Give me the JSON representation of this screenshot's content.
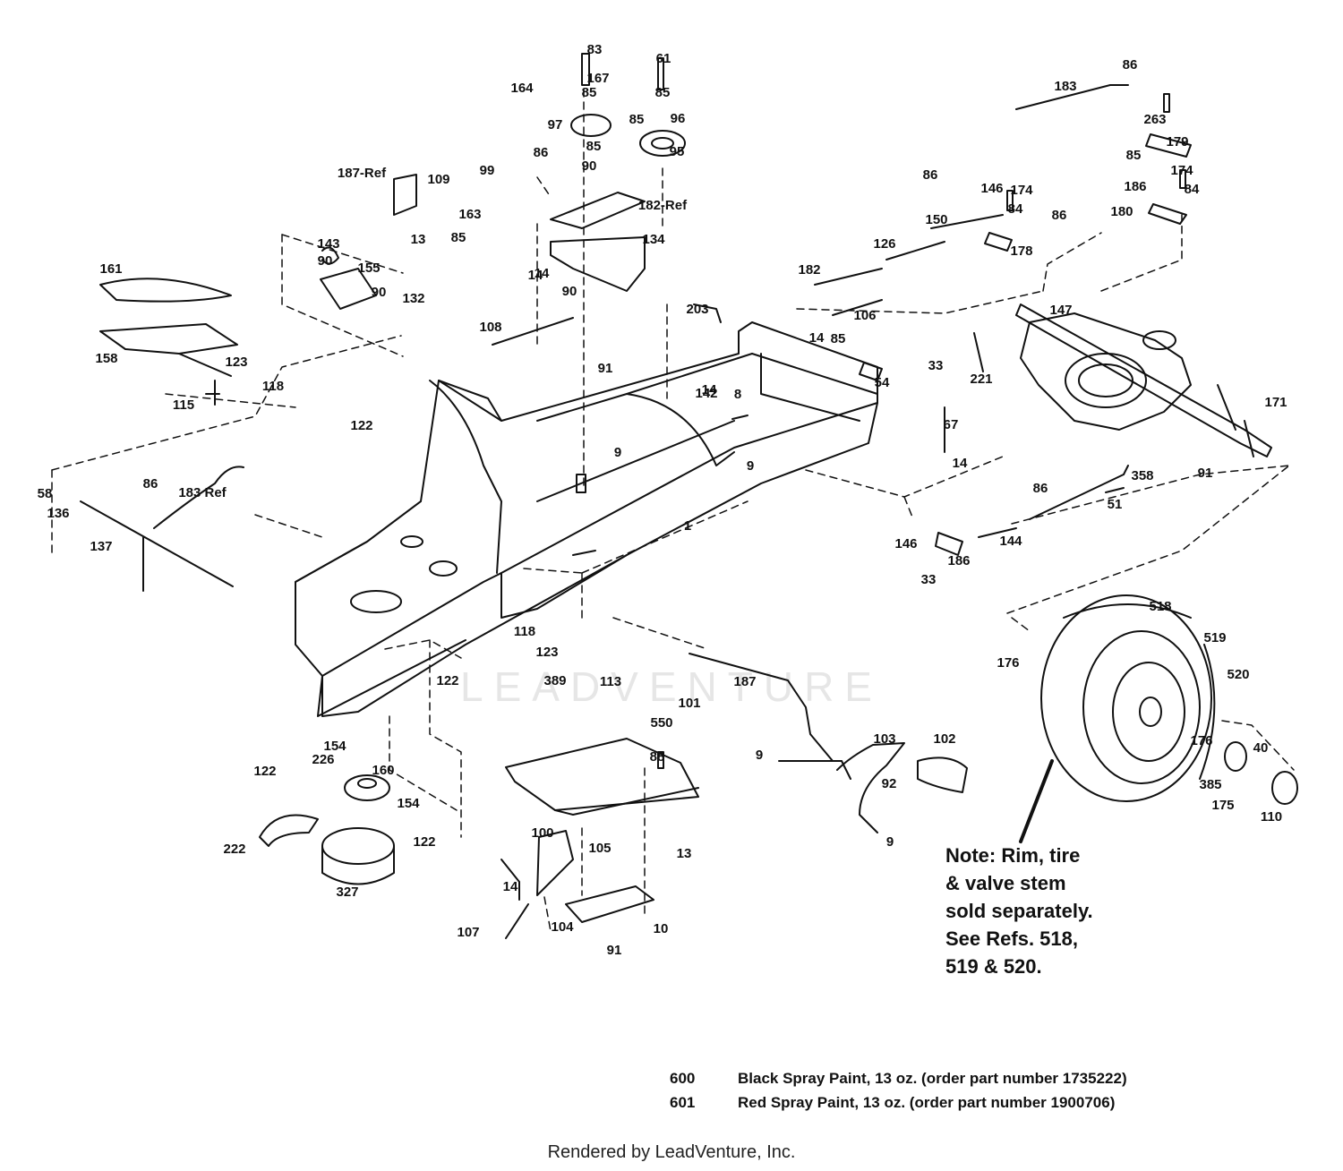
{
  "watermark_text": "LEADVENTURE",
  "callouts": [
    "1",
    "9",
    "8",
    "9",
    "9",
    "9",
    "10",
    "13",
    "13",
    "14",
    "14",
    "14",
    "14",
    "14",
    "14",
    "33",
    "33",
    "40",
    "51",
    "54",
    "58",
    "61",
    "67",
    "83",
    "84",
    "84",
    "85",
    "85",
    "85",
    "85",
    "85",
    "85",
    "85",
    "86",
    "86",
    "86",
    "86",
    "86",
    "86",
    "88",
    "90",
    "90",
    "90",
    "90",
    "91",
    "91",
    "91",
    "92",
    "95",
    "96",
    "97",
    "99",
    "100",
    "101",
    "102",
    "103",
    "104",
    "105",
    "106",
    "107",
    "108",
    "109",
    "110",
    "113",
    "115",
    "118",
    "118",
    "122",
    "122",
    "122",
    "122",
    "123",
    "123",
    "126",
    "132",
    "134",
    "136",
    "137",
    "142",
    "143",
    "144",
    "146",
    "146",
    "147",
    "150",
    "154",
    "154",
    "155",
    "158",
    "160",
    "161",
    "163",
    "164",
    "167",
    "171",
    "174",
    "174",
    "175",
    "176",
    "176",
    "178",
    "179",
    "180",
    "182",
    "183",
    "183 Ref",
    "186",
    "186",
    "187",
    "187-Ref",
    "182-Ref",
    "203",
    "221",
    "222",
    "226",
    "263",
    "327",
    "358",
    "385",
    "389",
    "518",
    "519",
    "520",
    "550"
  ],
  "note": {
    "lines": [
      "Note:  Rim, tire",
      "& valve stem",
      "sold separately.",
      "See Refs. 518,",
      "519 & 520."
    ]
  },
  "paint_items": [
    {
      "ref": "600",
      "desc": "Black Spray Paint, 13 oz. (order part number 1735222)"
    },
    {
      "ref": "601",
      "desc": "Red Spray Paint, 13 oz. (order part number 1900706)"
    }
  ],
  "footer_text": "Rendered by LeadVenture, Inc."
}
